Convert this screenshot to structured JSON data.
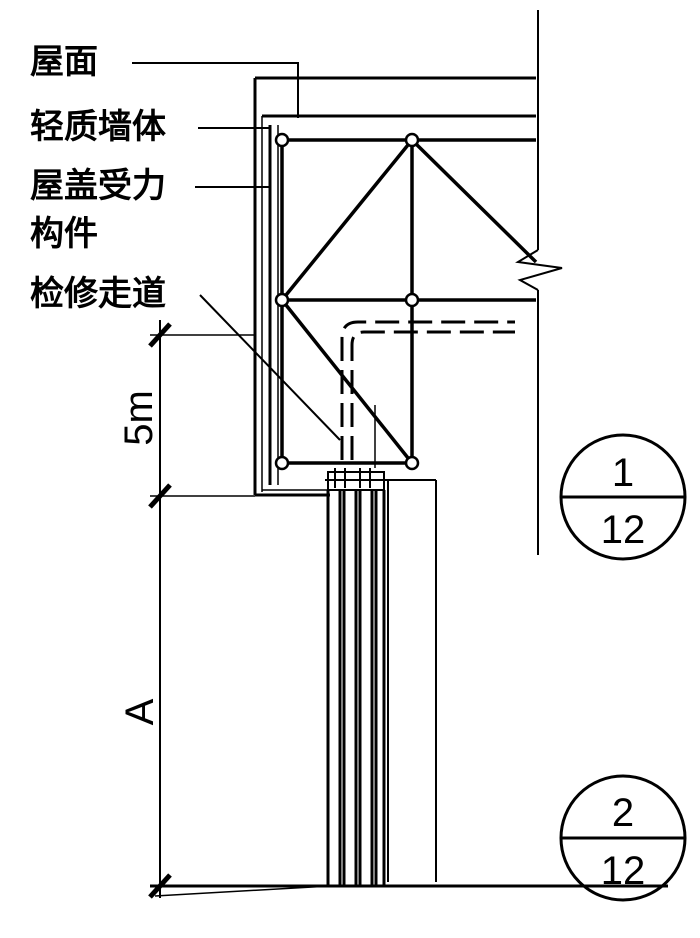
{
  "labels": {
    "roof": "屋面",
    "light_wall": "轻质墙体",
    "roof_member_line1": "屋盖受力",
    "roof_member_line2": "构件",
    "walkway": "检修走道"
  },
  "dimensions": {
    "upper": "5m",
    "lower": "A"
  },
  "section_refs": [
    {
      "top": "1",
      "bottom": "12"
    },
    {
      "top": "2",
      "bottom": "12"
    }
  ],
  "colors": {
    "ink": "#000000",
    "paper": "#ffffff"
  }
}
